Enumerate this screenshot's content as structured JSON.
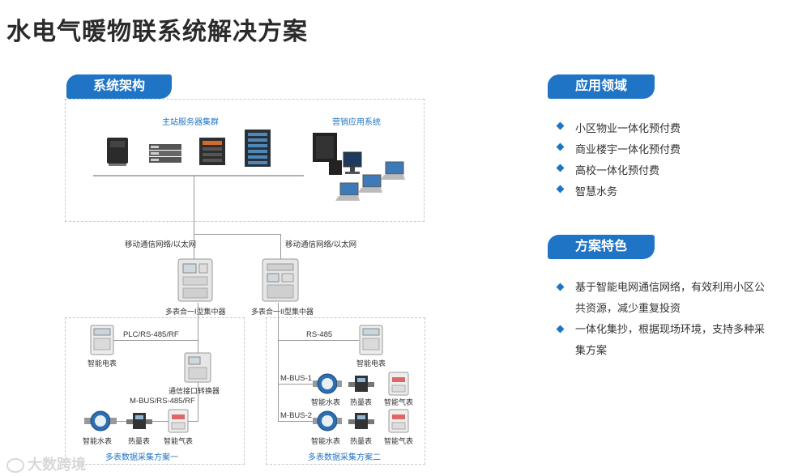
{
  "page_title": "水电气暖物联系统解决方案",
  "sections": {
    "architecture": "系统架构",
    "application": "应用领域",
    "features": "方案特色"
  },
  "diagram": {
    "master_cluster": "主站服务器集群",
    "marketing_system": "营销应用系统",
    "network_left": "移动通信网络/以太网",
    "network_right": "移动通信网络/以太网",
    "concentrator_1": "多表合一I型集中器",
    "concentrator_2": "多表合一II型集中器",
    "scheme1": {
      "bus_top": "PLC/RS-485/RF",
      "smart_meter": "智能电表",
      "converter": "通信接口转换器",
      "bus_bottom": "M-BUS/RS-485/RF",
      "water": "智能水表",
      "heat": "热量表",
      "gas": "智能气表",
      "caption": "多表数据采集方案一"
    },
    "scheme2": {
      "bus_top": "RS-485",
      "smart_meter": "智能电表",
      "bus_1": "M-BUS-1",
      "bus_2": "M-BUS-2",
      "water_1": "智能水表",
      "heat_1": "热量表",
      "gas_1": "智能气表",
      "water_2": "智能水表",
      "heat_2": "热量表",
      "gas_2": "智能气表",
      "caption": "多表数据采集方案二"
    }
  },
  "application_items": [
    "小区物业一体化预付费",
    "商业楼宇一体化预付费",
    "高校一体化预付费",
    "智慧水务"
  ],
  "feature_items": [
    {
      "line1": "基于智能电网通信网络，有效利用小区公",
      "line2": "共资源，减少重复投资"
    },
    {
      "line1": "一体化集抄，根据现场环境，支持多种采",
      "line2": "集方案"
    }
  ],
  "watermark": "大数跨境",
  "colors": {
    "accent": "#1f74c6",
    "line": "#9a9a9a"
  }
}
